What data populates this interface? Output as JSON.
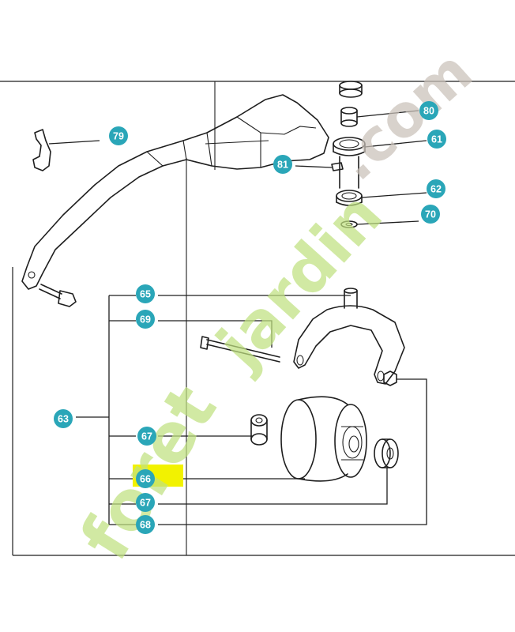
{
  "colors": {
    "badge": "#2aa6b8",
    "highlight": "#f2f200",
    "watermark_green": "#bfe07f",
    "watermark_gray": "#c9c1b9",
    "line": "#1e1e1e"
  },
  "watermark": {
    "part1": "foret",
    "part2": "jardin",
    "part3": ".com"
  },
  "callouts": [
    {
      "id": "80",
      "label": "80"
    },
    {
      "id": "61",
      "label": "61"
    },
    {
      "id": "79",
      "label": "79"
    },
    {
      "id": "81",
      "label": "81"
    },
    {
      "id": "62",
      "label": "62"
    },
    {
      "id": "70",
      "label": "70"
    },
    {
      "id": "65",
      "label": "65"
    },
    {
      "id": "69",
      "label": "69"
    },
    {
      "id": "63",
      "label": "63"
    },
    {
      "id": "67a",
      "label": "67"
    },
    {
      "id": "66",
      "label": "66"
    },
    {
      "id": "67b",
      "label": "67"
    },
    {
      "id": "68",
      "label": "68"
    }
  ],
  "highlighted_callout": "66"
}
